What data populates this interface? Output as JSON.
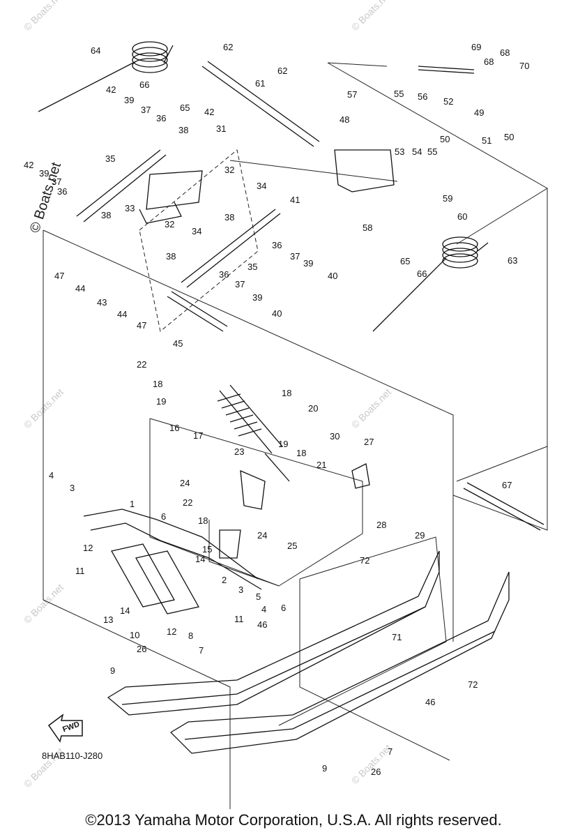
{
  "diagram": {
    "reference_code": "8HAB110-J280",
    "fwd_label": "FWD",
    "watermark": "© Boats.net",
    "copyright": "©2013 Yamaha Motor Corporation, U.S.A. All rights reserved.",
    "labels": [
      {
        "id": "l64",
        "text": "64"
      },
      {
        "id": "l62a",
        "text": "62"
      },
      {
        "id": "l62b",
        "text": "62"
      },
      {
        "id": "l66a",
        "text": "66"
      },
      {
        "id": "l61",
        "text": "61"
      },
      {
        "id": "l65a",
        "text": "65"
      },
      {
        "id": "l42a",
        "text": "42"
      },
      {
        "id": "l39a",
        "text": "39"
      },
      {
        "id": "l37a",
        "text": "37"
      },
      {
        "id": "l36a",
        "text": "36"
      },
      {
        "id": "l38a",
        "text": "38"
      },
      {
        "id": "l42b",
        "text": "42"
      },
      {
        "id": "l31",
        "text": "31"
      },
      {
        "id": "l35a",
        "text": "35"
      },
      {
        "id": "l32a",
        "text": "32"
      },
      {
        "id": "l34a",
        "text": "34"
      },
      {
        "id": "l42c",
        "text": "42"
      },
      {
        "id": "l39b",
        "text": "39"
      },
      {
        "id": "l37b",
        "text": "37"
      },
      {
        "id": "l36b",
        "text": "36"
      },
      {
        "id": "l41",
        "text": "41"
      },
      {
        "id": "l33",
        "text": "33"
      },
      {
        "id": "l38b",
        "text": "38"
      },
      {
        "id": "l32b",
        "text": "32"
      },
      {
        "id": "l34b",
        "text": "34"
      },
      {
        "id": "l38c",
        "text": "38"
      },
      {
        "id": "l38d",
        "text": "38"
      },
      {
        "id": "l36c",
        "text": "36"
      },
      {
        "id": "l37c",
        "text": "37"
      },
      {
        "id": "l39c",
        "text": "39"
      },
      {
        "id": "l40a",
        "text": "40"
      },
      {
        "id": "l35b",
        "text": "35"
      },
      {
        "id": "l47a",
        "text": "47"
      },
      {
        "id": "l44a",
        "text": "44"
      },
      {
        "id": "l43",
        "text": "43"
      },
      {
        "id": "l36d",
        "text": "36"
      },
      {
        "id": "l37d",
        "text": "37"
      },
      {
        "id": "l39d",
        "text": "39"
      },
      {
        "id": "l40b",
        "text": "40"
      },
      {
        "id": "l44b",
        "text": "44"
      },
      {
        "id": "l47b",
        "text": "47"
      },
      {
        "id": "l45",
        "text": "45"
      },
      {
        "id": "l69",
        "text": "69"
      },
      {
        "id": "l68a",
        "text": "68"
      },
      {
        "id": "l68b",
        "text": "68"
      },
      {
        "id": "l70",
        "text": "70"
      },
      {
        "id": "l55a",
        "text": "55"
      },
      {
        "id": "l56",
        "text": "56"
      },
      {
        "id": "l52",
        "text": "52"
      },
      {
        "id": "l57",
        "text": "57"
      },
      {
        "id": "l48",
        "text": "48"
      },
      {
        "id": "l49",
        "text": "49"
      },
      {
        "id": "l50a",
        "text": "50"
      },
      {
        "id": "l50b",
        "text": "50"
      },
      {
        "id": "l51",
        "text": "51"
      },
      {
        "id": "l53",
        "text": "53"
      },
      {
        "id": "l54",
        "text": "54"
      },
      {
        "id": "l55b",
        "text": "55"
      },
      {
        "id": "l59",
        "text": "59"
      },
      {
        "id": "l60",
        "text": "60"
      },
      {
        "id": "l58",
        "text": "58"
      },
      {
        "id": "l65b",
        "text": "65"
      },
      {
        "id": "l66b",
        "text": "66"
      },
      {
        "id": "l63",
        "text": "63"
      },
      {
        "id": "l22a",
        "text": "22"
      },
      {
        "id": "l18a",
        "text": "18"
      },
      {
        "id": "l19a",
        "text": "19"
      },
      {
        "id": "l18b",
        "text": "18"
      },
      {
        "id": "l20",
        "text": "20"
      },
      {
        "id": "l16",
        "text": "16"
      },
      {
        "id": "l17",
        "text": "17"
      },
      {
        "id": "l19b",
        "text": "19"
      },
      {
        "id": "l18c",
        "text": "18"
      },
      {
        "id": "l30",
        "text": "30"
      },
      {
        "id": "l27",
        "text": "27"
      },
      {
        "id": "l23",
        "text": "23"
      },
      {
        "id": "l21",
        "text": "21"
      },
      {
        "id": "l24a",
        "text": "24"
      },
      {
        "id": "l22b",
        "text": "22"
      },
      {
        "id": "l18d",
        "text": "18"
      },
      {
        "id": "l24b",
        "text": "24"
      },
      {
        "id": "l25",
        "text": "25"
      },
      {
        "id": "l28",
        "text": "28"
      },
      {
        "id": "l29",
        "text": "29"
      },
      {
        "id": "l67",
        "text": "67"
      },
      {
        "id": "l4a",
        "text": "4"
      },
      {
        "id": "l3a",
        "text": "3"
      },
      {
        "id": "l1",
        "text": "1"
      },
      {
        "id": "l6a",
        "text": "6"
      },
      {
        "id": "l15",
        "text": "15"
      },
      {
        "id": "l14a",
        "text": "14"
      },
      {
        "id": "l12a",
        "text": "12"
      },
      {
        "id": "l11a",
        "text": "11"
      },
      {
        "id": "l2",
        "text": "2"
      },
      {
        "id": "l3b",
        "text": "3"
      },
      {
        "id": "l5",
        "text": "5"
      },
      {
        "id": "l6b",
        "text": "6"
      },
      {
        "id": "l4b",
        "text": "4"
      },
      {
        "id": "l13",
        "text": "13"
      },
      {
        "id": "l14b",
        "text": "14"
      },
      {
        "id": "l11b",
        "text": "11"
      },
      {
        "id": "l12b",
        "text": "12"
      },
      {
        "id": "l8",
        "text": "8"
      },
      {
        "id": "l10",
        "text": "10"
      },
      {
        "id": "l7a",
        "text": "7"
      },
      {
        "id": "l46a",
        "text": "46"
      },
      {
        "id": "l72a",
        "text": "72"
      },
      {
        "id": "l71",
        "text": "71"
      },
      {
        "id": "l72b",
        "text": "72"
      },
      {
        "id": "l26a",
        "text": "26"
      },
      {
        "id": "l9a",
        "text": "9"
      },
      {
        "id": "l46b",
        "text": "46"
      },
      {
        "id": "l7b",
        "text": "7"
      },
      {
        "id": "l9b",
        "text": "9"
      },
      {
        "id": "l26b",
        "text": "26"
      }
    ]
  }
}
